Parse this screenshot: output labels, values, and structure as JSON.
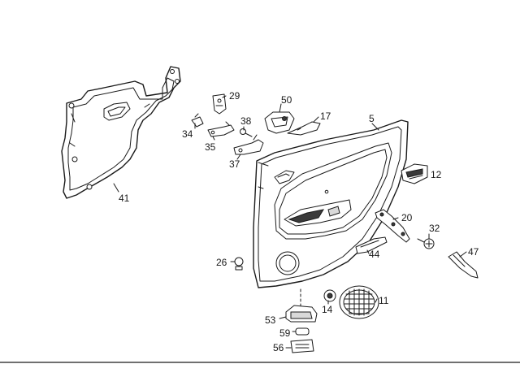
{
  "diagram": {
    "parts": [
      {
        "id": "41"
      },
      {
        "id": "29"
      },
      {
        "id": "50"
      },
      {
        "id": "17"
      },
      {
        "id": "5"
      },
      {
        "id": "34"
      },
      {
        "id": "38"
      },
      {
        "id": "35"
      },
      {
        "id": "37"
      },
      {
        "id": "12"
      },
      {
        "id": "20"
      },
      {
        "id": "32"
      },
      {
        "id": "47"
      },
      {
        "id": "44"
      },
      {
        "id": "26"
      },
      {
        "id": "14"
      },
      {
        "id": "11"
      },
      {
        "id": "53"
      },
      {
        "id": "59"
      },
      {
        "id": "56"
      }
    ]
  }
}
